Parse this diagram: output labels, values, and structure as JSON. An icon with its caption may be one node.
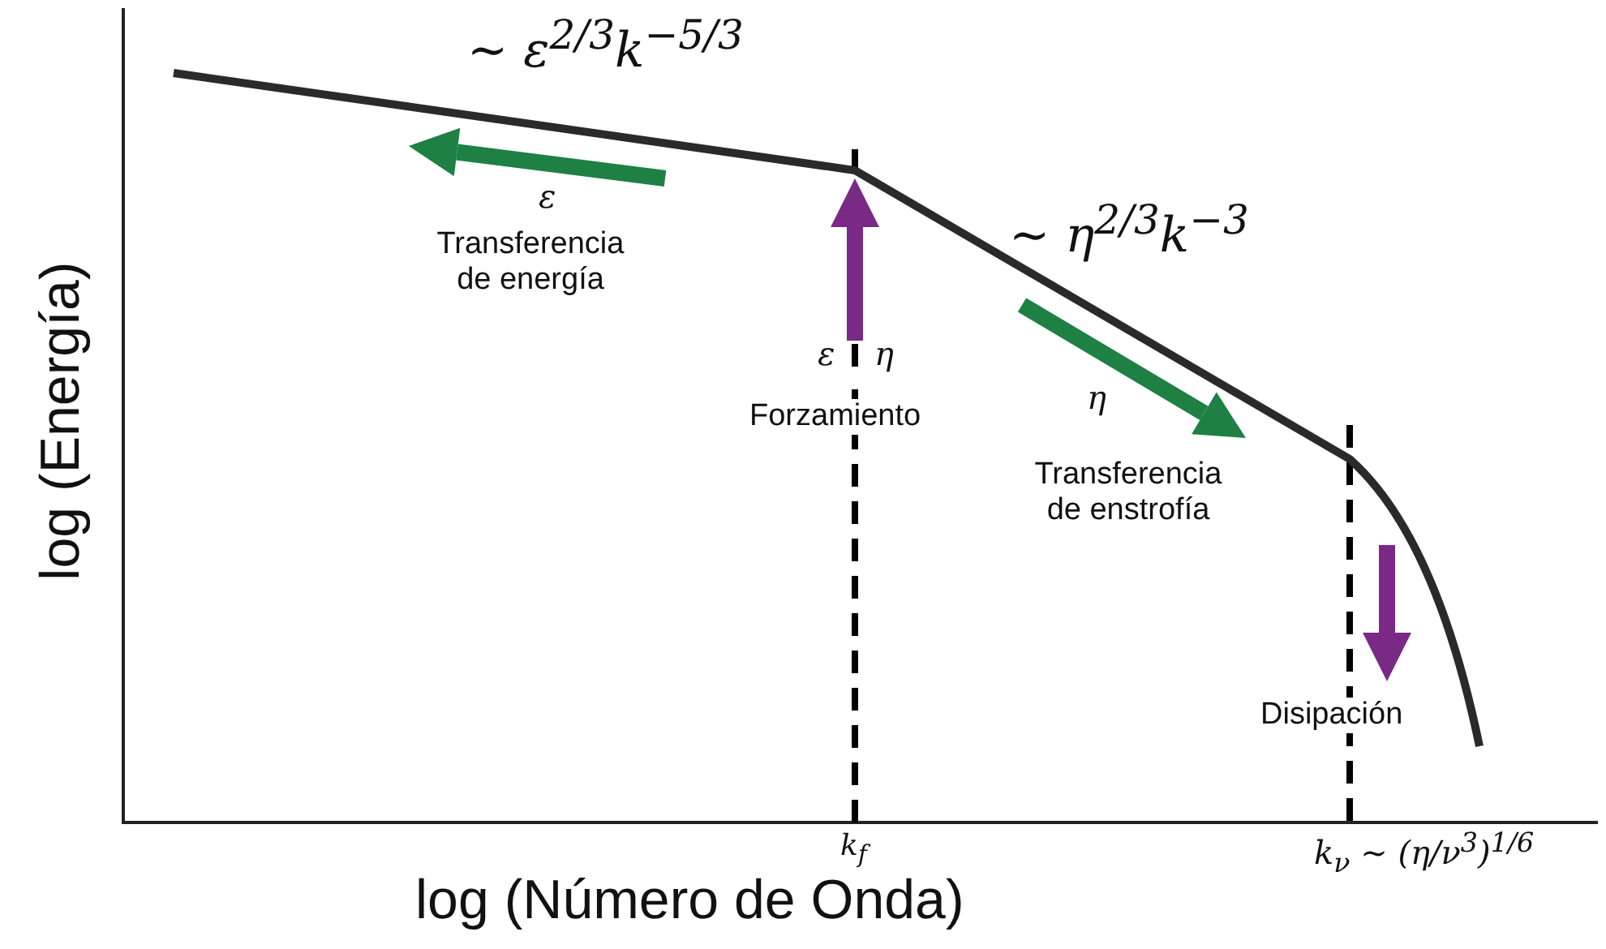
{
  "diagram": {
    "labels": [
      "log (Energía)",
      "log (Número de Onda)",
      "∼ ε$^{2/3}$k$^{−5/3}$",
      "∼ η$^{2/3}$k$^{−3}$",
      "ε",
      "Transferencia de energía",
      "ε",
      "η",
      "Forzamiento",
      "η",
      "Transferencia de enstrofía",
      "Disipación",
      "k$_{f}$",
      "k$_{ν}$ ∼ (η/ν$^{3}$)$^{1/6}$"
    ]
  }
}
